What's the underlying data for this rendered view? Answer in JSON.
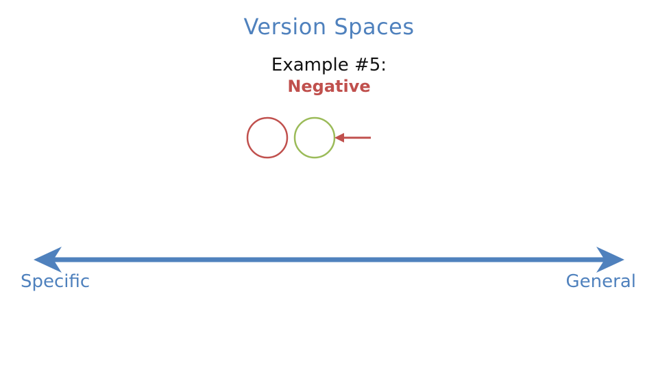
{
  "slide": {
    "title": "Version Spaces",
    "example_label": "Example #5:",
    "example_type": "Negative"
  },
  "axis": {
    "left_label": "Specific",
    "right_label": "General",
    "color": "#4f81bd"
  },
  "colors": {
    "specific_boundary": "#c0504d",
    "general_boundary": "#9bbb59",
    "pointer_arrow": "#c0504d",
    "title": "#4f81bd",
    "negative_label": "#c0504d"
  }
}
